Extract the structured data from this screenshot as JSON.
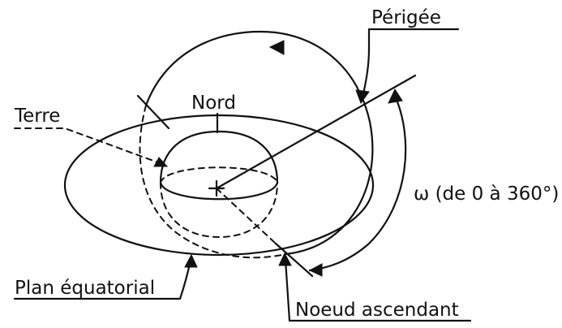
{
  "labels": {
    "perigee": "Périgée",
    "north": "Nord",
    "earth": "Terre",
    "omega": "ω (de 0 à 360°)",
    "equatorial_plane": "Plan équatorial",
    "ascending_node": "Noeud ascendant"
  }
}
